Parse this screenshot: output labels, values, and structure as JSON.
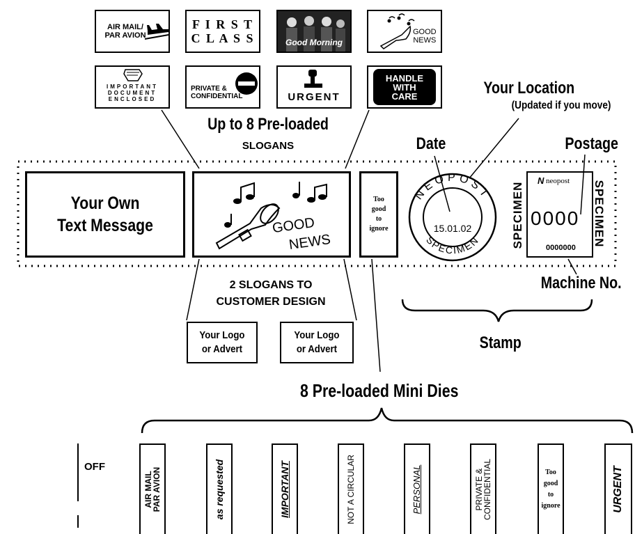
{
  "slogan_thumbs": [
    {
      "text": "AIR MAIL/\nPAR AVION",
      "icon": "airplane-icon"
    },
    {
      "text": "F I R S T\nC L A S S",
      "icon": ""
    },
    {
      "text": "Good Morning",
      "icon": "band-photo-icon"
    },
    {
      "text": "GOOD\nNEWS",
      "icon": "trumpet-icon"
    },
    {
      "text": "IMPORTANT\nDOCUMENT\nENCLOSED",
      "icon": "document-icon"
    },
    {
      "text": "PRIVATE &\nCONFIDENTIAL",
      "icon": "no-entry-icon"
    },
    {
      "text": "URGENT",
      "icon": "stamp-icon"
    },
    {
      "text": "HANDLE\nWITH\nCARE",
      "icon": ""
    }
  ],
  "preloaded": {
    "title": "Up to 8 Pre-loaded",
    "subtitle": "SLOGANS"
  },
  "own_text": "Your Own\nText Message",
  "slogan_main": {
    "line1": "GOOD",
    "line2": "NEWS"
  },
  "mini_die_sample": "Too\ngood\nto\nignore",
  "stamp": {
    "postmark_top": "NEOPOST",
    "postmark_bottom": "SPECIMEN",
    "date": "15.01.02",
    "brand": "neopost",
    "value": "0000",
    "machine_number": "0000000",
    "side_left": "SPECIMEN",
    "side_right": "SPECIMEN"
  },
  "labels": {
    "your_location": "Your Location",
    "updated": "(Updated if you move)",
    "date": "Date",
    "postage": "Postage",
    "machine_no": "Machine No.",
    "stamp": "Stamp",
    "customer_design": "2 SLOGANS TO\nCUSTOMER DESIGN",
    "logo1": "Your Logo\nor Advert",
    "logo2": "Your Logo\nor Advert",
    "mini_dies": "8 Pre-loaded Mini Dies"
  },
  "dies": [
    "OFF",
    "AIR MAIL\nPAR AVION",
    "as requested",
    "IMPORTANT",
    "NOT A CIRCULAR",
    "PERSONAL",
    "PRIVATE &\nCONFIDENTIAL",
    "Too\ngood\nto\nignore",
    "URGENT"
  ]
}
